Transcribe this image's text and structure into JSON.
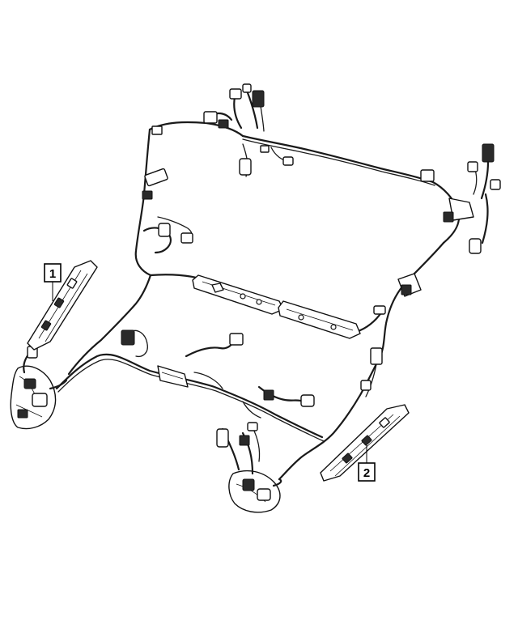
{
  "callouts": [
    {
      "id": "1",
      "label": "1"
    },
    {
      "id": "2",
      "label": "2"
    }
  ],
  "colors": {
    "line": "#1a1a1a",
    "background": "#ffffff"
  }
}
